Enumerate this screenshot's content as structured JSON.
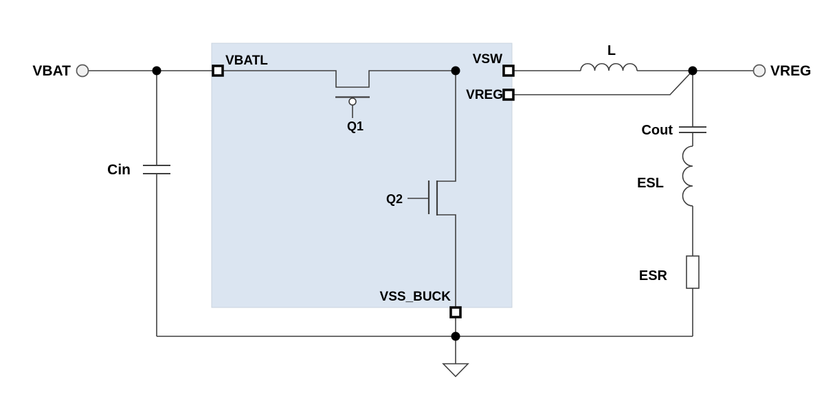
{
  "colors": {
    "wire": "#3f3f3f",
    "ic_fill": "#dbe5f1",
    "ic_border": "#c9d3de",
    "terminal_fill": "#f1f1f1",
    "label": "#000000"
  },
  "terminals": {
    "vbat": {
      "label": "VBAT"
    },
    "vreg": {
      "label": "VREG"
    }
  },
  "ic": {
    "pins": {
      "vbatl": {
        "label": "VBATL"
      },
      "vsw": {
        "label": "VSW"
      },
      "vreg": {
        "label": "VREG"
      },
      "vss_buck": {
        "label": "VSS_BUCK"
      }
    },
    "transistors": {
      "q1": {
        "label": "Q1",
        "type": "pmos-high-side-switch"
      },
      "q2": {
        "label": "Q2",
        "type": "nmos-low-side-switch"
      }
    }
  },
  "components": {
    "cin": {
      "label": "Cin",
      "type": "capacitor"
    },
    "l": {
      "label": "L",
      "type": "inductor"
    },
    "cout": {
      "label": "Cout",
      "type": "capacitor"
    },
    "esl": {
      "label": "ESL",
      "type": "inductor"
    },
    "esr": {
      "label": "ESR",
      "type": "resistor"
    }
  }
}
